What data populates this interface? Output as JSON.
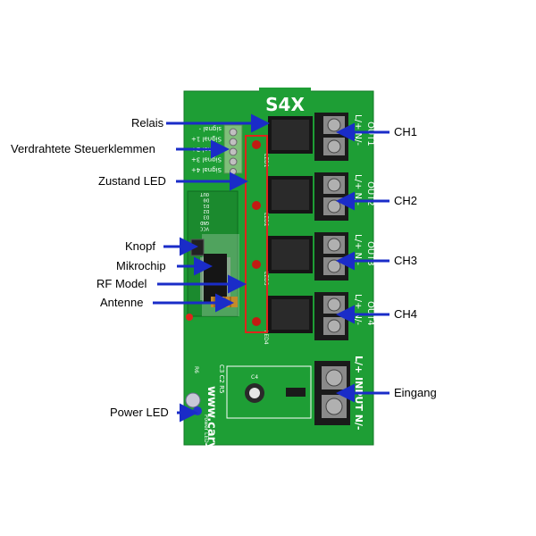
{
  "board": {
    "model": "S4X",
    "website": "www.carymart.com",
    "colors": {
      "pcb": "#1e9e35",
      "arrow": "#1a2cc8",
      "highlight": "#e0241c"
    }
  },
  "silkscreen": {
    "signal_pins": [
      "signal -",
      "Signal 1+",
      "Signal 2+",
      "Signal 3+",
      "Signal 4+"
    ],
    "rf_pins": [
      "OUT",
      "D0",
      "D1",
      "D2",
      "D3",
      "GND",
      "VCC"
    ],
    "leds": [
      "LED1",
      "LED2",
      "LED3",
      "LED4"
    ],
    "outputs": [
      "OUT1",
      "OUT2",
      "OUT3",
      "OUT4"
    ],
    "output_terminals": "L/+ N/-",
    "input_terminal": "L/+ INPUT N/-",
    "components": {
      "capacitors": "C3 C2 R5",
      "r6": "R6",
      "cap": "C4",
      "power_led": "Power LED"
    }
  },
  "callouts": {
    "left": [
      {
        "id": "relais",
        "label": "Relais"
      },
      {
        "id": "klemmen",
        "label": "Verdrahtete Steuerklemmen"
      },
      {
        "id": "zustand",
        "label": "Zustand LED"
      },
      {
        "id": "knopf",
        "label": "Knopf"
      },
      {
        "id": "mikrochip",
        "label": "Mikrochip"
      },
      {
        "id": "rf",
        "label": "RF Model"
      },
      {
        "id": "antenne",
        "label": "Antenne"
      },
      {
        "id": "power",
        "label": "Power LED"
      }
    ],
    "right": [
      {
        "id": "ch1",
        "label": "CH1"
      },
      {
        "id": "ch2",
        "label": "CH2"
      },
      {
        "id": "ch3",
        "label": "CH3"
      },
      {
        "id": "ch4",
        "label": "CH4"
      },
      {
        "id": "eingang",
        "label": "Eingang"
      }
    ]
  }
}
